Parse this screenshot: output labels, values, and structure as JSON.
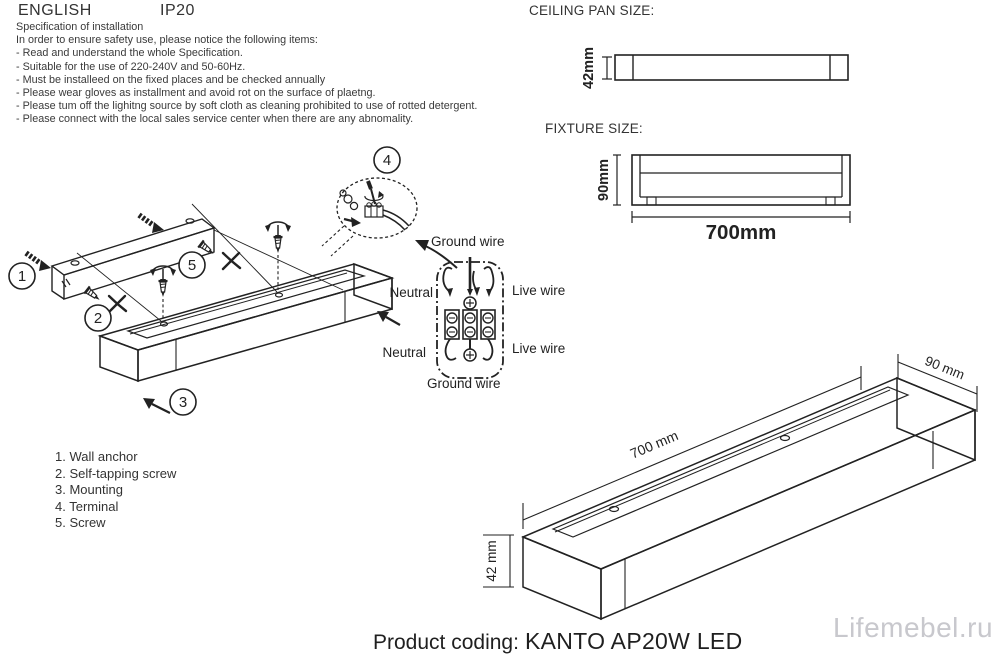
{
  "header": {
    "language": "ENGLISH",
    "ip_rating": "IP20"
  },
  "spec": {
    "title": "Specification of installation",
    "intro": "In order to ensure safety use, please notice the following items:",
    "items": [
      "- Read and understand the whole Specification.",
      "- Suitable for the use of 220-240V and 50-60Hz.",
      "- Must be installeed on the fixed places and be checked annually",
      "- Please wear gloves as installment and avoid rot on the surface of plaetng.",
      "- Please tum off the lighitng source by soft cloth as cleaning prohibited to use of rotted detergent.",
      "- Please connect with the local sales service center when there are any abnomality."
    ]
  },
  "ceiling_pan": {
    "label": "CEILING PAN  SIZE:",
    "height_dim": "42mm"
  },
  "fixture_size": {
    "label": "FIXTURE SIZE:",
    "height_dim": "90mm",
    "length_dim": "700mm"
  },
  "steps": {
    "s1": "1",
    "s2": "2",
    "s3": "3",
    "s4": "4",
    "s5": "5"
  },
  "wiring": {
    "ground_top": "Ground wire",
    "neutral_top": "Neutral",
    "live_top": "Live wire",
    "neutral_bottom": "Neutral",
    "live_bottom": "Live wire",
    "ground_bottom": "Ground wire"
  },
  "parts_list": [
    "1. Wall anchor",
    "2. Self-tapping screw",
    "3. Mounting",
    "4. Terminal",
    "5. Screw"
  ],
  "dims_3d": {
    "length": "700 mm",
    "depth": "90 mm",
    "height": "42 mm"
  },
  "product": {
    "label": "Product coding:",
    "code": "KANTO AP20W LED"
  },
  "watermark": "Lifemebel.ru",
  "colors": {
    "line": "#222222",
    "watermark": "#c8c8cd"
  }
}
